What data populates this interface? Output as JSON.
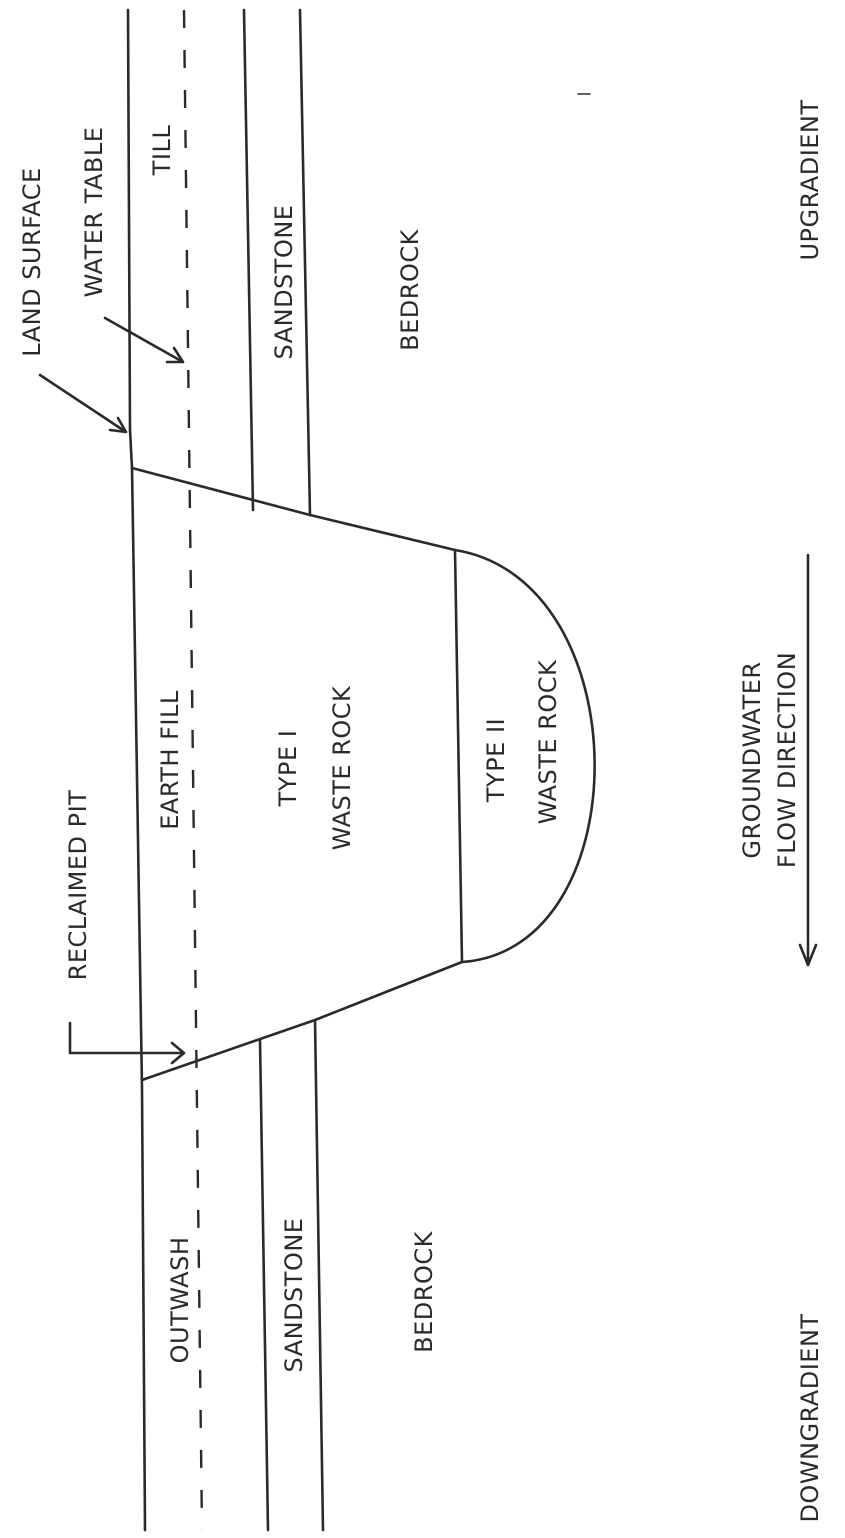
{
  "labels": {
    "land_surface": "LAND SURFACE",
    "water_table": "WATER TABLE",
    "till": "TILL",
    "sandstone_upgradient": "SANDSTONE",
    "bedrock_upgradient": "BEDROCK",
    "upgradient": "UPGRADIENT",
    "earth_fill": "EARTH FILL",
    "type_i": "TYPE I",
    "waste_rock_i": "WASTE ROCK",
    "type_ii": "TYPE II",
    "waste_rock_ii": "WASTE ROCK",
    "groundwater": "GROUNDWATER",
    "flow_direction": "FLOW DIRECTION",
    "reclaimed_pit": "RECLAIMED PIT",
    "outwash": "OUTWASH",
    "sandstone_downgradient": "SANDSTONE",
    "bedrock_downgradient": "BEDROCK",
    "downgradient": "DOWNGRADIENT"
  }
}
